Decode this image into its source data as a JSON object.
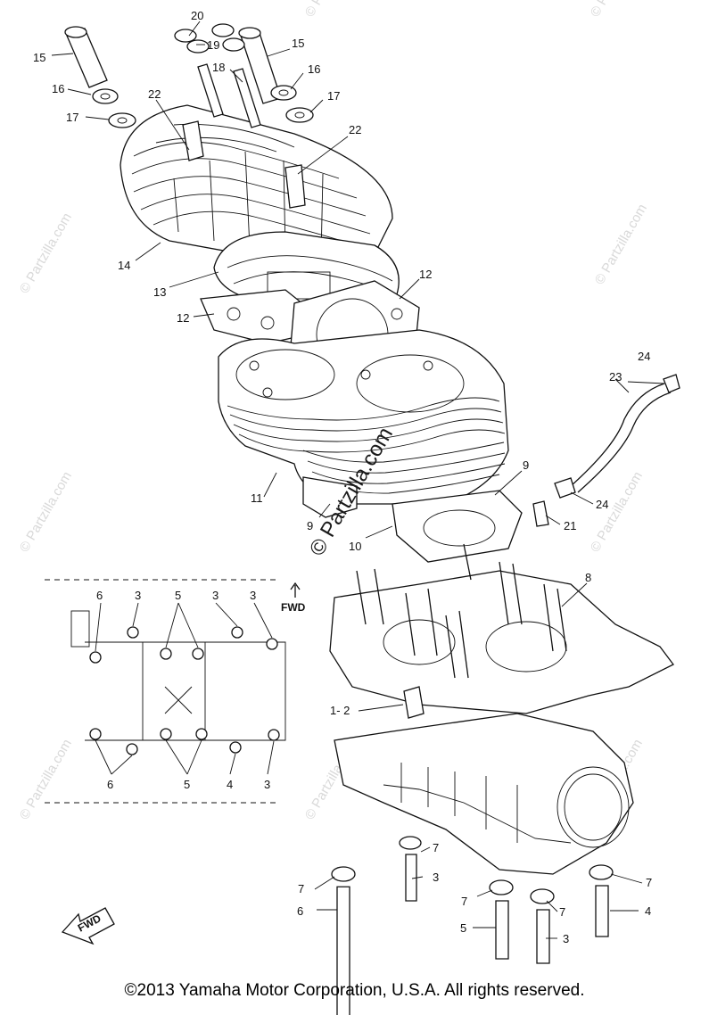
{
  "watermark": {
    "site": "© Partzilla.com",
    "center": "© Partzilla.com"
  },
  "inset": {
    "fwd_label": "FWD",
    "top_callouts": [
      "6",
      "3",
      "5",
      "3",
      "3"
    ],
    "bottom_callouts": [
      "6",
      "5",
      "4",
      "3"
    ]
  },
  "fwd_arrow_label": "FWD",
  "callouts": {
    "c15a": "15",
    "c15b": "15",
    "c16a": "16",
    "c16b": "16",
    "c17a": "17",
    "c17b": "17",
    "c18": "18",
    "c19": "19",
    "c20": "20",
    "c22a": "22",
    "c22b": "22",
    "c14": "14",
    "c13": "13",
    "c12a": "12",
    "c12b": "12",
    "c11": "11",
    "c9a": "9",
    "c9b": "9",
    "c10": "10",
    "c23": "23",
    "c24a": "24",
    "c24b": "24",
    "c21": "21",
    "c8": "8",
    "c1_2": "1- 2",
    "c7a": "7",
    "c7b": "7",
    "c7c": "7",
    "c7d": "7",
    "c7e": "7",
    "c3a": "3",
    "c3b": "3",
    "c6": "6",
    "c5": "5",
    "c4": "4"
  },
  "copyright": "©2013 Yamaha Motor Corporation, U.S.A. All rights reserved."
}
